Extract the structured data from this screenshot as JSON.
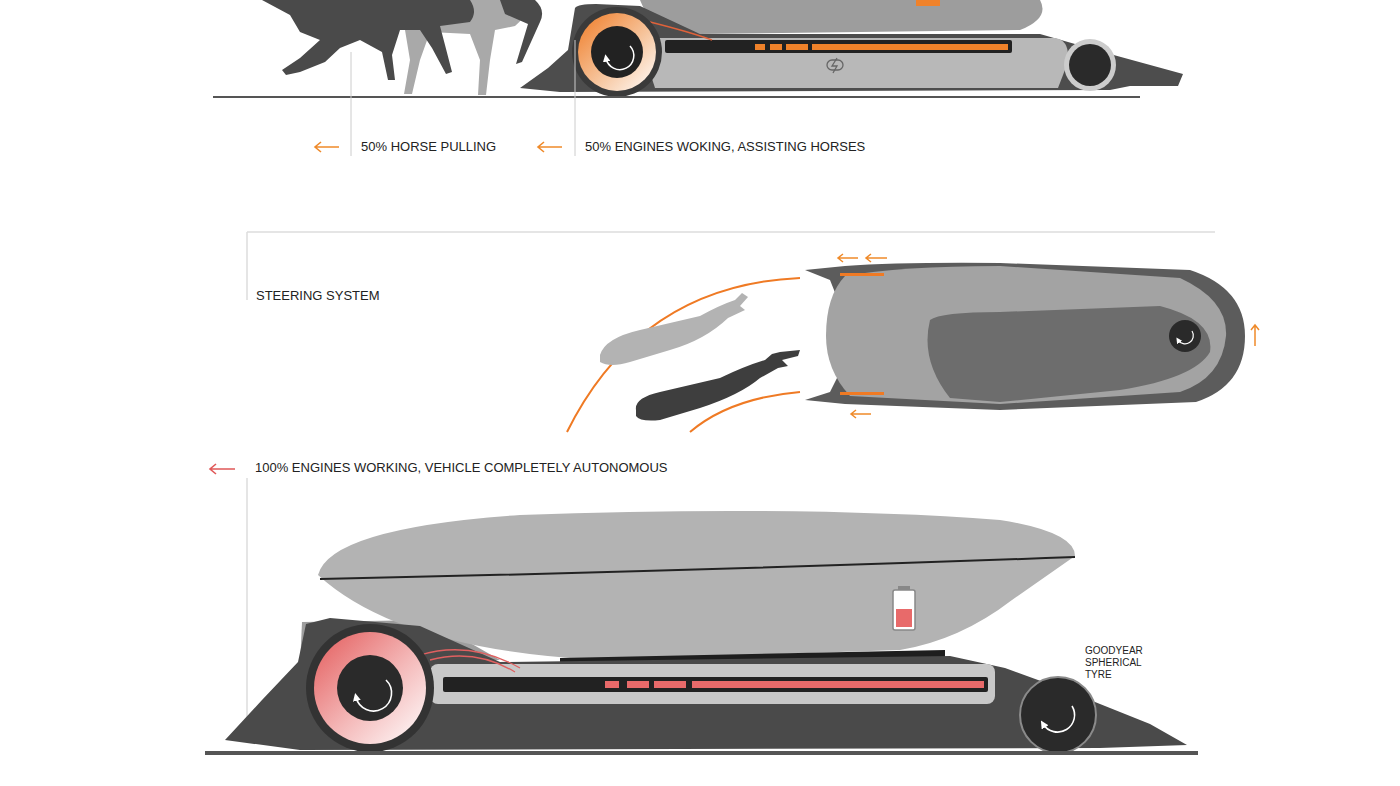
{
  "diagram": {
    "labels": [
      "50% HORSE PULLING",
      "50% ENGINES WOKING, ASSISTING HORSES",
      "STEERING SYSTEM",
      "100% ENGINES WORKING, VEHICLE COMPLETELY AUTONOMOUS",
      "GOODYEAR SPHERICAL TYRE"
    ]
  }
}
